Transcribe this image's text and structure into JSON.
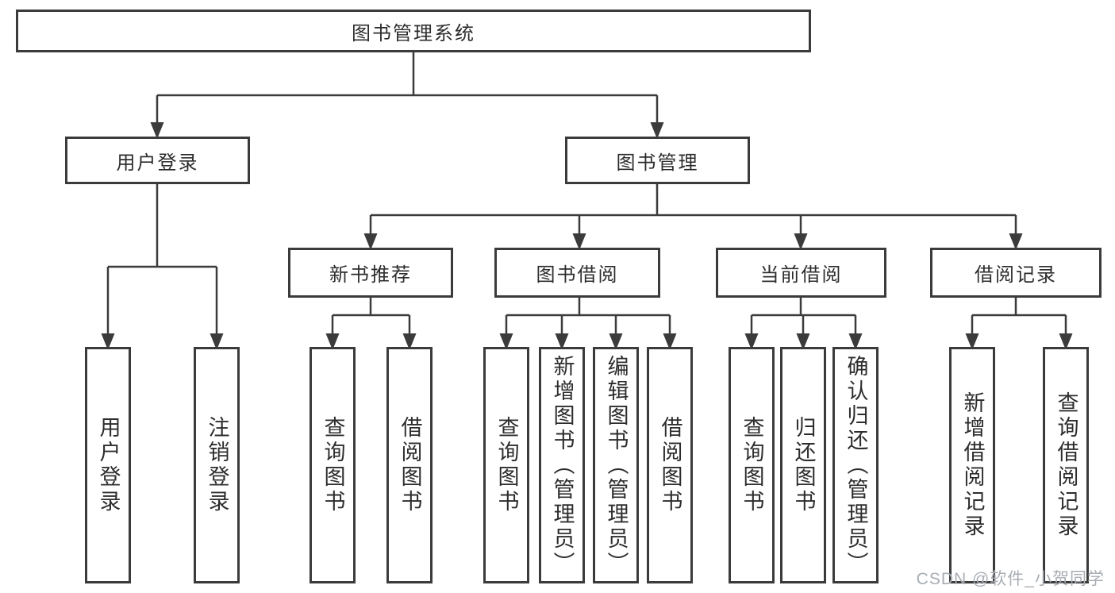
{
  "diagram": {
    "type": "hierarchy-tree",
    "root": {
      "label": "图书管理系统",
      "children": [
        {
          "label": "用户登录",
          "children": [
            {
              "label": "用户登录"
            },
            {
              "label": "注销登录"
            }
          ]
        },
        {
          "label": "图书管理",
          "children": [
            {
              "label": "新书推荐",
              "children": [
                {
                  "label": "查询图书"
                },
                {
                  "label": "借阅图书"
                }
              ]
            },
            {
              "label": "图书借阅",
              "children": [
                {
                  "label": "查询图书"
                },
                {
                  "label": "新增图书（管理员）"
                },
                {
                  "label": "编辑图书（管理员）"
                },
                {
                  "label": "借阅图书"
                }
              ]
            },
            {
              "label": "当前借阅",
              "children": [
                {
                  "label": "查询图书"
                },
                {
                  "label": "归还图书"
                },
                {
                  "label": "确认归还（管理员）"
                }
              ]
            },
            {
              "label": "借阅记录",
              "children": [
                {
                  "label": "新增借阅记录"
                },
                {
                  "label": "查询借阅记录"
                }
              ]
            }
          ]
        }
      ]
    },
    "line_color": "#3b3b3b",
    "box_fill": "#ffffff",
    "text_color": "#2d2d2d"
  },
  "watermark": {
    "text": "CSDN @软件_小贺同学"
  }
}
